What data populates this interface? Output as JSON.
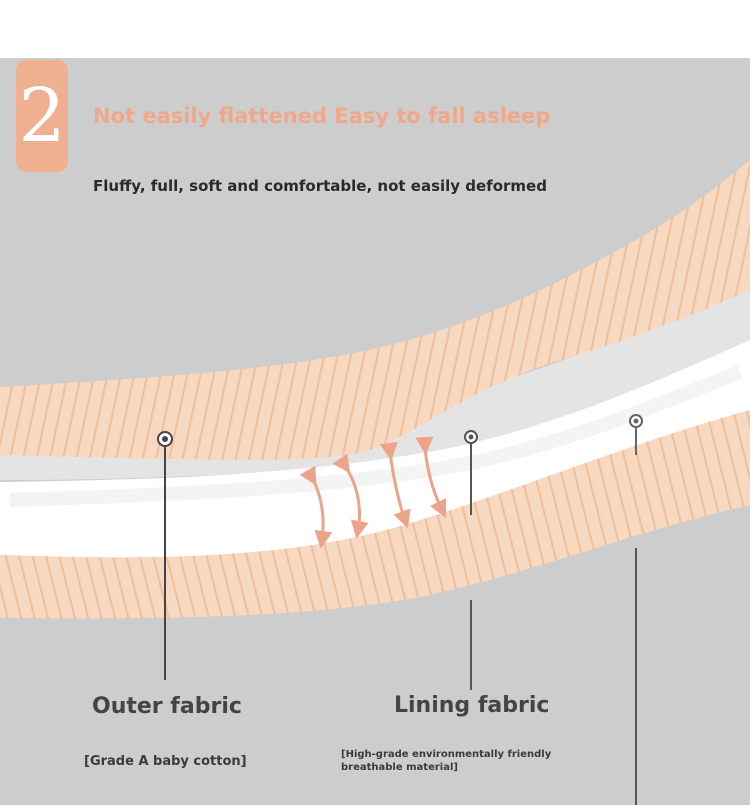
{
  "section_number": "2",
  "headline": "Not easily flattened Easy to fall asleep",
  "subheadline": "Fluffy, full, soft and comfortable, not easily deformed",
  "labels": {
    "outer_fabric": {
      "name": "Outer fabric",
      "description": "[Grade A baby cotton]"
    },
    "lining_fabric": {
      "name": "Lining fabric",
      "description": "[High-grade environmentally friendly breathable material]"
    }
  },
  "colors": {
    "accent": "#efb08f",
    "headline": "#f1a88a",
    "fabric": "#f6d7be",
    "filling": "#ffffff",
    "panel": "#cdcdcd"
  },
  "icons": [
    "marker-dot-icon",
    "expand-arrow-icon"
  ]
}
